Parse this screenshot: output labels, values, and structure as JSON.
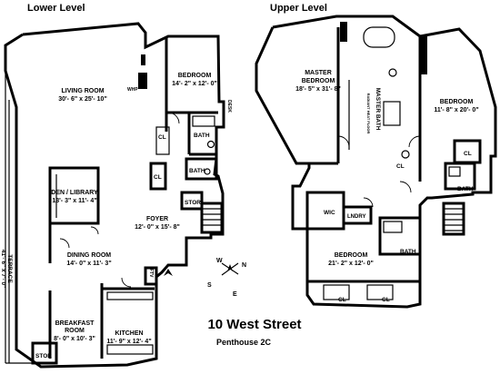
{
  "levels": {
    "lower": {
      "heading": "Lower Level"
    },
    "upper": {
      "heading": "Upper Level"
    }
  },
  "lower": {
    "rooms": {
      "living": {
        "name": "LIVING ROOM",
        "dims": "30'- 6\" x 25'- 10\""
      },
      "bedroom": {
        "name": "BEDROOM",
        "dims": "14'- 2\" x 12'- 0\""
      },
      "den": {
        "name": "DEN / LIBRARY",
        "dims": "13'- 3\" x 11'- 4\""
      },
      "foyer": {
        "name": "FOYER",
        "dims": "12'- 0\" x 15'- 8\""
      },
      "dining": {
        "name": "DINING ROOM",
        "dims": "14'- 0\" x 11'- 3\""
      },
      "breakfast": {
        "name_line1": "BREAKFAST",
        "name_line2": "ROOM",
        "dims": "8'- 0\" x 10'- 3\""
      },
      "kitchen": {
        "name": "KITCHEN",
        "dims": "11'- 9\" x 12'- 4\""
      },
      "terrace": {
        "name": "TERRACE",
        "dims": "41'- 6\" x 7'- 0\""
      }
    },
    "small": {
      "cl1": "CL",
      "bath1": "BATH",
      "cl2": "CL",
      "bath2": "BATH",
      "stor1": "STOR",
      "stor2": "STOR",
      "whp": "WHP",
      "desk": "DESK",
      "ftv": "FTV"
    }
  },
  "upper": {
    "rooms": {
      "master": {
        "name_line1": "MASTER",
        "name_line2": "BEDROOM",
        "dims": "18'- 5\" x 31'- 8\""
      },
      "master_bath": {
        "name": "MASTER BATH",
        "rail": "RADIANT HEAT FLOOR"
      },
      "bedroom_east": {
        "name": "BEDROOM",
        "dims": "11'- 8\" x 20'- 0\""
      },
      "bedroom_south": {
        "name": "BEDROOM",
        "dims": "21'- 2\" x 12'- 0\""
      }
    },
    "small": {
      "wic": "WIC",
      "lndry": "LNDRY",
      "bath_south": "BATH",
      "cl_s1": "CL",
      "cl_s2": "CL",
      "cl_east": "CL",
      "bath_east": "BATH",
      "cl_north": "CL"
    }
  },
  "compass": {
    "n": "N",
    "s": "S",
    "e": "E",
    "w": "W"
  },
  "title": {
    "building": "10 West Street",
    "unit": "Penthouse 2C"
  }
}
